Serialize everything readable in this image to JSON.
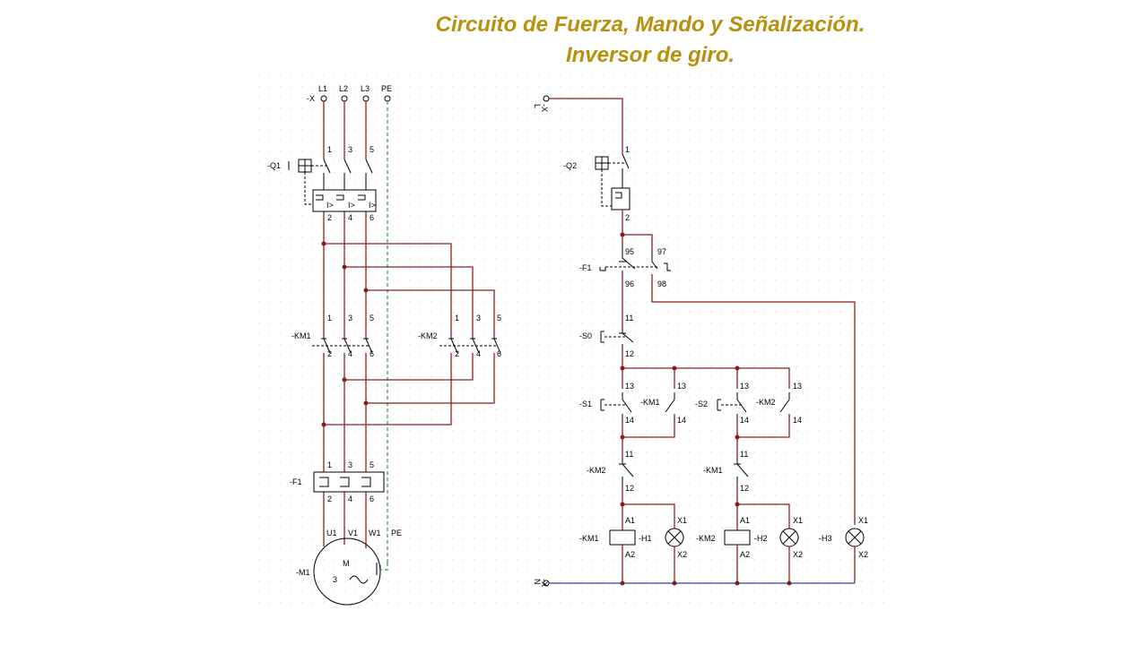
{
  "title": {
    "line1": "Circuito de Fuerza, Mando y Señalización.",
    "line2": "Inversor de giro."
  },
  "colors": {
    "title": "#b8900c",
    "wire": "#8b2020",
    "neutral": "#3a3aa6",
    "earth": "#2e9b3e",
    "node": "#8b1a1a"
  },
  "power": {
    "phases": [
      "L1",
      "L2",
      "L3",
      "PE"
    ],
    "terminal": "-X",
    "q1": {
      "tag": "-Q1",
      "top": [
        "1",
        "3",
        "5"
      ],
      "bottom": [
        "2",
        "4",
        "6"
      ],
      "trip": "I>"
    },
    "km1": {
      "tag": "-KM1",
      "top": [
        "1",
        "3",
        "5"
      ],
      "bottom": [
        "2",
        "4",
        "6"
      ]
    },
    "km2": {
      "tag": "-KM2",
      "top": [
        "1",
        "3",
        "5"
      ],
      "bottom": [
        "2",
        "4",
        "6"
      ]
    },
    "f1": {
      "tag": "-F1",
      "top": [
        "1",
        "3",
        "5"
      ],
      "bottom": [
        "2",
        "4",
        "6"
      ]
    },
    "motor_terminals": [
      "U1",
      "V1",
      "W1",
      "PE"
    ],
    "motor": {
      "tag": "-M1",
      "letter": "M",
      "phases": "3",
      "symbol": "~"
    }
  },
  "control": {
    "x_top": "-X",
    "x_top_num": "L",
    "x_bot": "-X",
    "x_bot_num": "N",
    "q2": {
      "tag": "-Q2",
      "top": "1",
      "bottom": "2"
    },
    "f1": {
      "tag": "-F1",
      "n95": "95",
      "n96": "96",
      "n97": "97",
      "n98": "98"
    },
    "s0": {
      "tag": "-S0",
      "n11": "11",
      "n12": "12"
    },
    "s1": {
      "tag": "-S1",
      "n13": "13",
      "n14": "14"
    },
    "km1_aux": {
      "tag": "-KM1",
      "n13": "13",
      "n14": "14"
    },
    "s2": {
      "tag": "-S2",
      "n13": "13",
      "n14": "14"
    },
    "km2_aux": {
      "tag": "-KM2",
      "n13": "13",
      "n14": "14"
    },
    "km2_int": {
      "tag": "-KM2",
      "n11": "11",
      "n12": "12"
    },
    "km1_int": {
      "tag": "-KM1",
      "n11": "11",
      "n12": "12"
    },
    "coil1": {
      "tag": "-KM1",
      "a1": "A1",
      "a2": "A2"
    },
    "coil2": {
      "tag": "-KM2",
      "a1": "A1",
      "a2": "A2"
    },
    "h1": {
      "tag": "-H1",
      "x1": "X1",
      "x2": "X2"
    },
    "h2": {
      "tag": "-H2",
      "x1": "X1",
      "x2": "X2"
    },
    "h3": {
      "tag": "-H3",
      "x1": "X1",
      "x2": "X2"
    }
  }
}
